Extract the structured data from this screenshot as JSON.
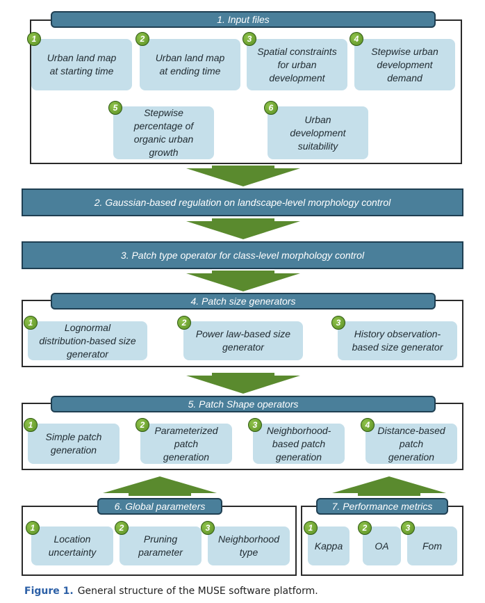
{
  "section1": {
    "title": "1. Input files",
    "items": [
      {
        "num": "1",
        "text": "Urban land map\nat starting time"
      },
      {
        "num": "2",
        "text": "Urban land map\nat ending time"
      },
      {
        "num": "3",
        "text": "Spatial constraints\nfor urban\ndevelopment"
      },
      {
        "num": "4",
        "text": "Stepwise urban\ndevelopment\ndemand"
      },
      {
        "num": "5",
        "text": "Stepwise\npercentage of\norganic urban\ngrowth"
      },
      {
        "num": "6",
        "text": "Urban\ndevelopment\nsuitability"
      }
    ]
  },
  "section2": {
    "title": "2. Gaussian-based regulation on landscape-level morphology control"
  },
  "section3": {
    "title": "3. Patch type operator for class-level morphology control"
  },
  "section4": {
    "title": "4. Patch size generators",
    "items": [
      {
        "num": "1",
        "text": "Lognormal\ndistribution-based size\ngenerator"
      },
      {
        "num": "2",
        "text": "Power law-based size\ngenerator"
      },
      {
        "num": "3",
        "text": "History observation-\nbased size generator"
      }
    ]
  },
  "section5": {
    "title": "5. Patch Shape operators",
    "items": [
      {
        "num": "1",
        "text": "Simple patch\ngeneration"
      },
      {
        "num": "2",
        "text": "Parameterized\npatch\ngeneration"
      },
      {
        "num": "3",
        "text": "Neighborhood-\nbased patch\ngeneration"
      },
      {
        "num": "4",
        "text": "Distance-based\npatch\ngeneration"
      }
    ]
  },
  "section6": {
    "title": "6. Global parameters",
    "items": [
      {
        "num": "1",
        "text": "Location\nuncertainty"
      },
      {
        "num": "2",
        "text": "Pruning\nparameter"
      },
      {
        "num": "3",
        "text": "Neighborhood\ntype"
      }
    ]
  },
  "section7": {
    "title": "7. Performance metrics",
    "items": [
      {
        "num": "1",
        "text": "Kappa"
      },
      {
        "num": "2",
        "text": "OA"
      },
      {
        "num": "3",
        "text": "Fom"
      }
    ]
  },
  "caption": {
    "label": "Figure 1.",
    "text": "General structure of the MUSE software platform."
  },
  "colors": {
    "header_fill": "#4a7f9a",
    "box_fill": "#c5dfea",
    "arrow_fill": "#5a8a2e",
    "badge_fill": "#6fa832"
  }
}
